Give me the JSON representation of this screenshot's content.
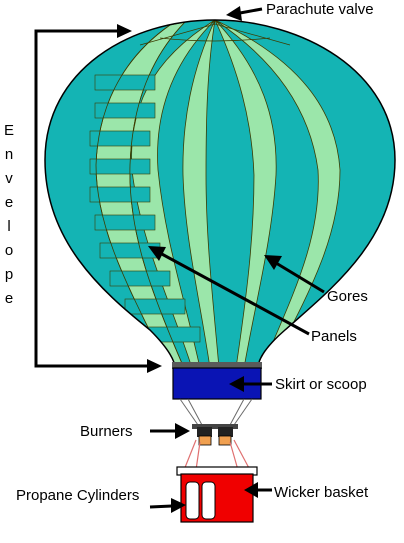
{
  "labels": {
    "parachute_valve": "Parachute valve",
    "envelope": "Envelope",
    "gores": "Gores",
    "panels": "Panels",
    "skirt": "Skirt or scoop",
    "burners": "Burners",
    "wicker_basket": "Wicker basket",
    "propane_cylinders": "Propane Cylinders"
  },
  "colors": {
    "teal": "#14b4b4",
    "light_green": "#9be6aa",
    "skirt_blue": "#0a14b4",
    "basket_red": "#f00000",
    "burner_orange": "#f0a050",
    "rope_red": "#e07070"
  }
}
